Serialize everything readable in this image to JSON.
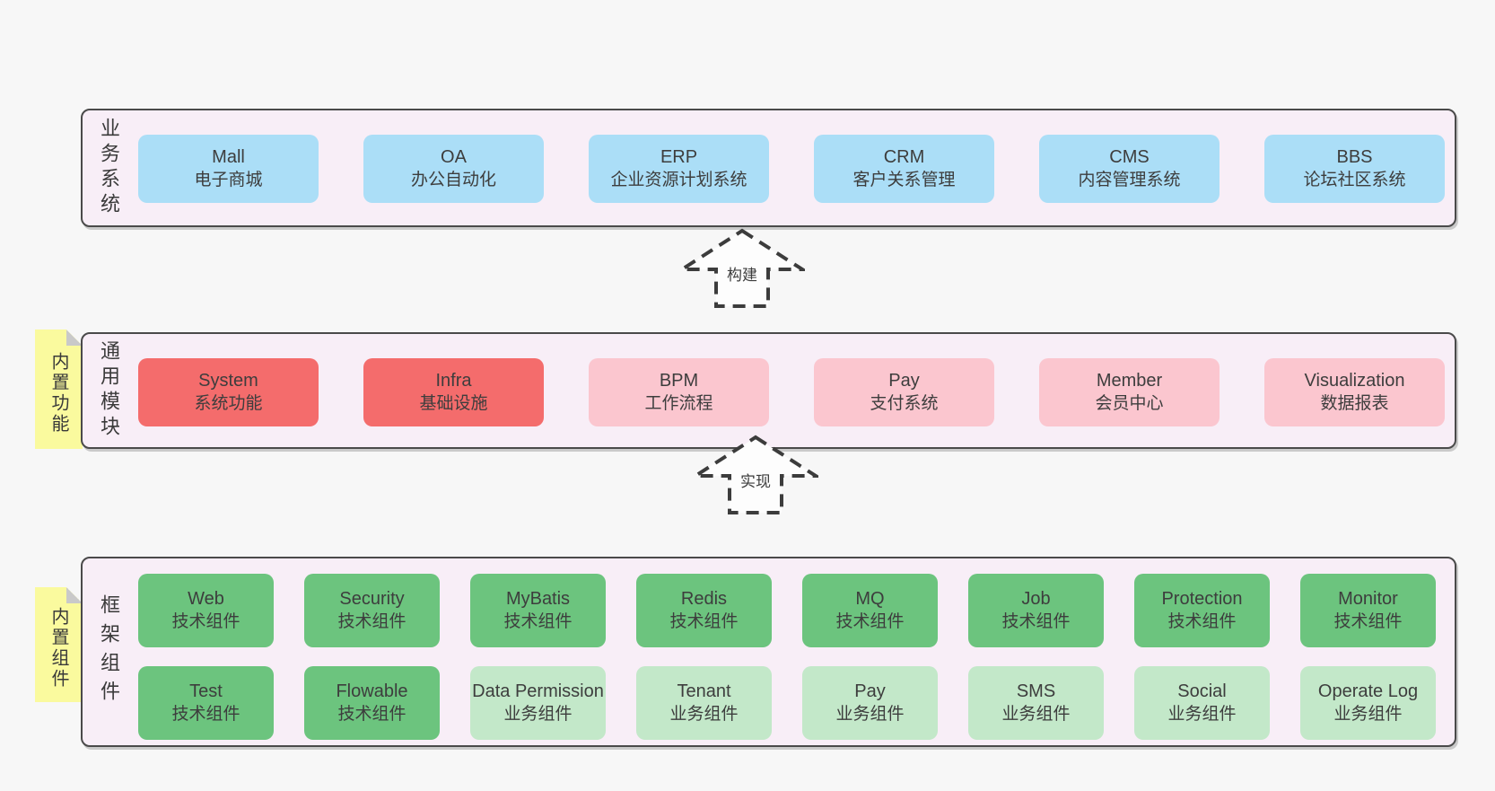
{
  "colors": {
    "page_background": "#f7f7f7",
    "panel_background": "#f8eef7",
    "panel_border": "#4a4a4a",
    "box_blue": "#abdef7",
    "box_red": "#f46c6c",
    "box_pink": "#fbc6cf",
    "box_green": "#6cc47e",
    "box_lightgreen": "#c3e8c9",
    "sticky_yellow": "#fafa9e",
    "sticky_fold_gray": "#c9c9c9",
    "text": "#3d3d3d"
  },
  "sections": {
    "business": {
      "label": "业务系统",
      "boxes": [
        {
          "name": "Mall",
          "subtitle": "电子商城"
        },
        {
          "name": "OA",
          "subtitle": "办公自动化"
        },
        {
          "name": "ERP",
          "subtitle": "企业资源计划系统"
        },
        {
          "name": "CRM",
          "subtitle": "客户关系管理"
        },
        {
          "name": "CMS",
          "subtitle": "内容管理系统"
        },
        {
          "name": "BBS",
          "subtitle": "论坛社区系统"
        }
      ]
    },
    "modules": {
      "label": "通用模块",
      "note": "内置功能",
      "boxes": [
        {
          "name": "System",
          "subtitle": "系统功能"
        },
        {
          "name": "Infra",
          "subtitle": "基础设施"
        },
        {
          "name": "BPM",
          "subtitle": "工作流程"
        },
        {
          "name": "Pay",
          "subtitle": "支付系统"
        },
        {
          "name": "Member",
          "subtitle": "会员中心"
        },
        {
          "name": "Visualization",
          "subtitle": "数据报表"
        }
      ]
    },
    "framework": {
      "label": "框架组件",
      "note": "内置组件",
      "row1": [
        {
          "name": "Web",
          "subtitle": "技术组件"
        },
        {
          "name": "Security",
          "subtitle": "技术组件"
        },
        {
          "name": "MyBatis",
          "subtitle": "技术组件"
        },
        {
          "name": "Redis",
          "subtitle": "技术组件"
        },
        {
          "name": "MQ",
          "subtitle": "技术组件"
        },
        {
          "name": "Job",
          "subtitle": "技术组件"
        },
        {
          "name": "Protection",
          "subtitle": "技术组件"
        },
        {
          "name": "Monitor",
          "subtitle": "技术组件"
        }
      ],
      "row2": [
        {
          "name": "Test",
          "subtitle": "技术组件"
        },
        {
          "name": "Flowable",
          "subtitle": "技术组件"
        },
        {
          "name": "Data Permission",
          "subtitle": "业务组件"
        },
        {
          "name": "Tenant",
          "subtitle": "业务组件"
        },
        {
          "name": "Pay",
          "subtitle": "业务组件"
        },
        {
          "name": "SMS",
          "subtitle": "业务组件"
        },
        {
          "name": "Social",
          "subtitle": "业务组件"
        },
        {
          "name": "Operate Log",
          "subtitle": "业务组件"
        }
      ]
    }
  },
  "arrows": {
    "build": "构建",
    "implement": "实现"
  }
}
